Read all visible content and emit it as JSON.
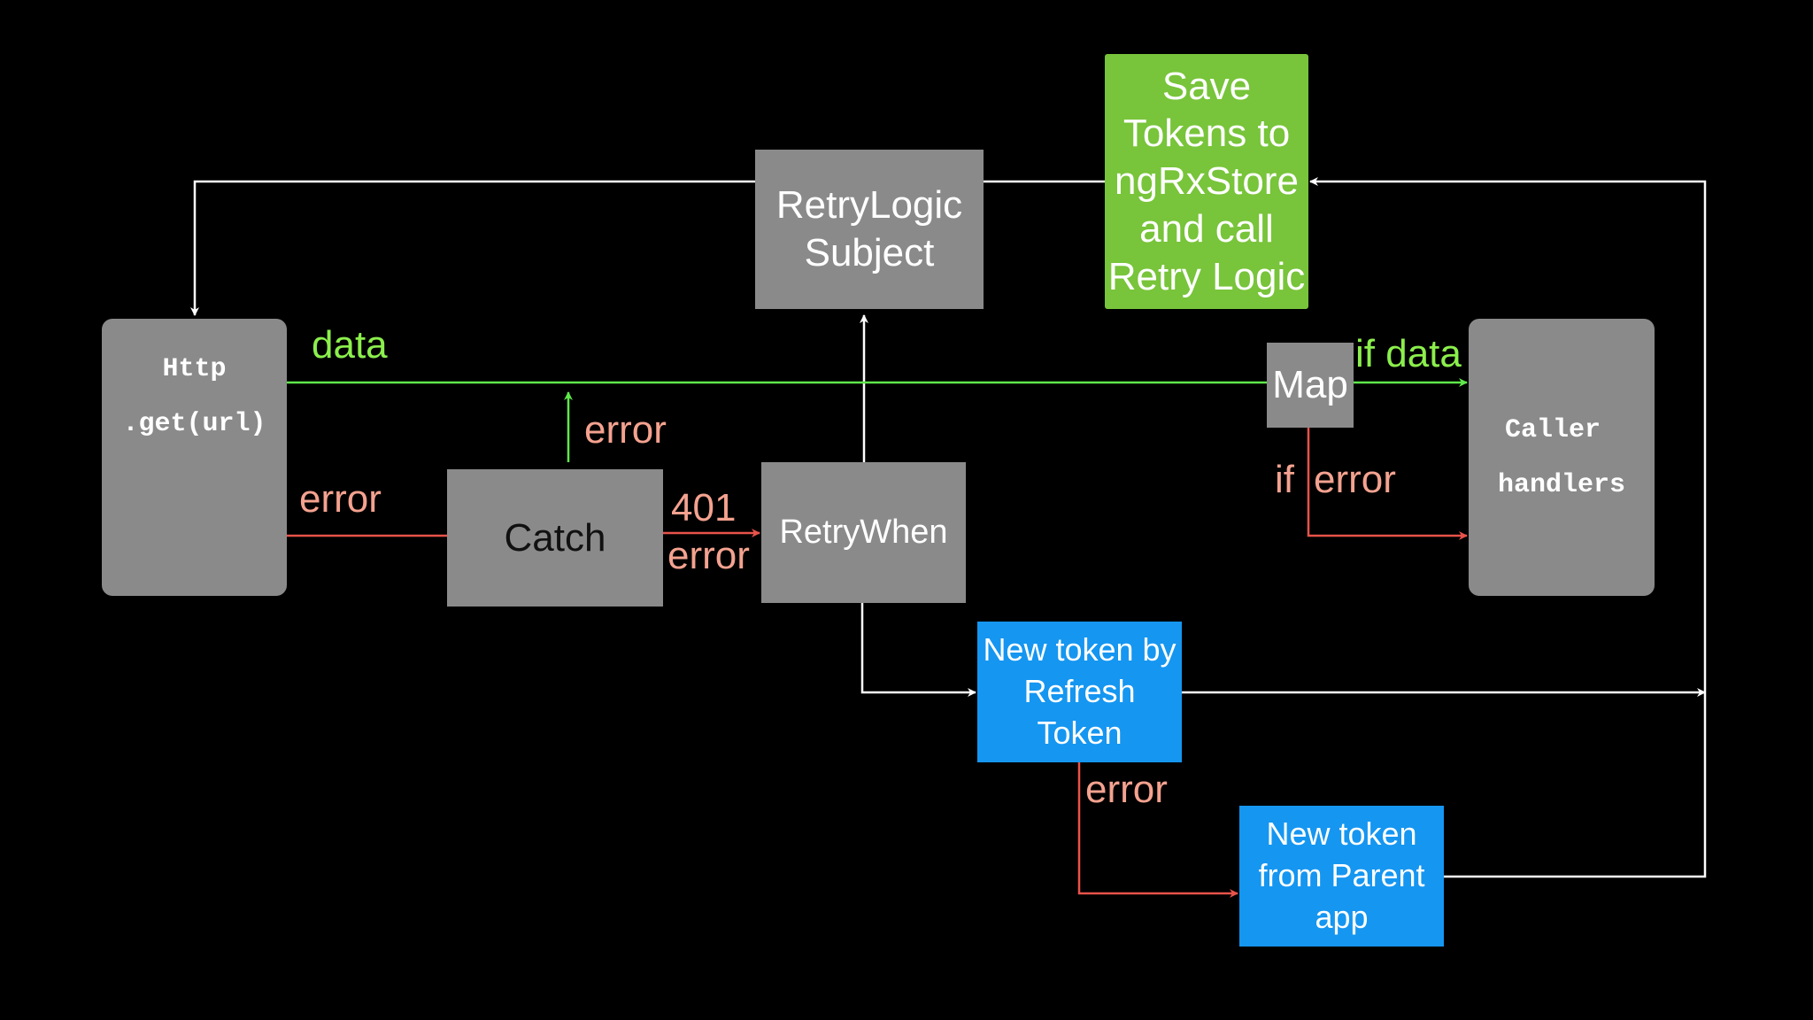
{
  "nodes": {
    "http": {
      "line1": "Http",
      "line2": ".get(url)"
    },
    "retry_logic": {
      "line1": "RetryLogic",
      "line2": "Subject"
    },
    "save_tokens": {
      "lines": [
        "Save",
        "Tokens to",
        "ngRxStore",
        "and call",
        "Retry Logic"
      ]
    },
    "catch": {
      "label": "Catch"
    },
    "retry_when": {
      "label": "RetryWhen"
    },
    "map": {
      "label": "Map"
    },
    "caller": {
      "line1": "Caller",
      "line2": "handlers"
    },
    "refresh_token": {
      "line1": "New token by",
      "line2": "Refresh Token"
    },
    "parent_token": {
      "line1": "New token",
      "line2": "from Parent",
      "line3": "app"
    }
  },
  "edge_labels": {
    "data": "data",
    "error_up": "error",
    "error_http": "error",
    "code_401": "401",
    "error_401": "error",
    "if_data": "if data",
    "if_word": "if",
    "if_error": "error",
    "error_refresh": "error"
  },
  "colors": {
    "background": "#000000",
    "gray_box": "#8a8a8a",
    "green_box": "#78c43a",
    "blue_box": "#1596f1",
    "data_line": "#5fe84a",
    "error_line": "#e8534a",
    "white_line": "#ffffff",
    "data_text": "#8bef4c",
    "error_text": "#f4a28f"
  }
}
